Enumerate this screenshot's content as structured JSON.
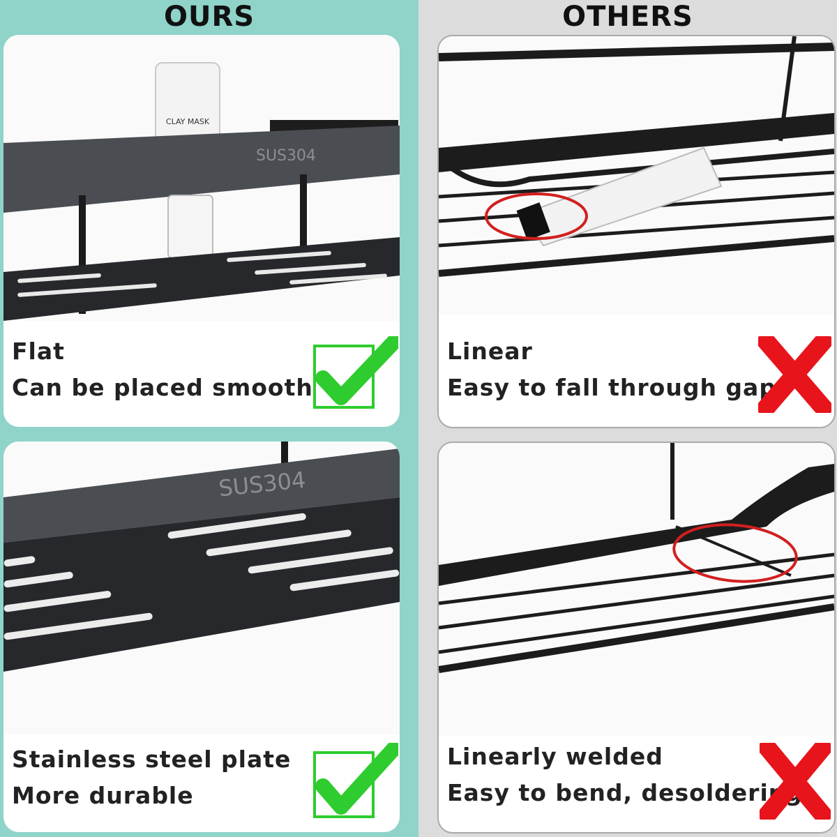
{
  "headers": {
    "ours": "OURS",
    "others": "OTHERS"
  },
  "panels": {
    "ours_top": {
      "embossed_text": "SUS304",
      "line1": "Flat",
      "line2": "Can be placed smoothly",
      "mark": "check-icon"
    },
    "others_top": {
      "line1": "Linear",
      "line2": "Easy to fall through gaps",
      "mark": "cross-icon"
    },
    "ours_bottom": {
      "embossed_text": "SUS304",
      "line1": "Stainless steel plate",
      "line2": "More durable",
      "mark": "check-icon"
    },
    "others_bottom": {
      "line1": "Linearly welded",
      "line2": "Easy to bend, desoldering",
      "mark": "cross-icon"
    }
  },
  "colors": {
    "ours_background": "#8fd3c9",
    "others_background": "#dcdcdc",
    "check": "#2ecc2e",
    "cross": "#e8141c",
    "highlight_circle": "#d21f1f"
  }
}
